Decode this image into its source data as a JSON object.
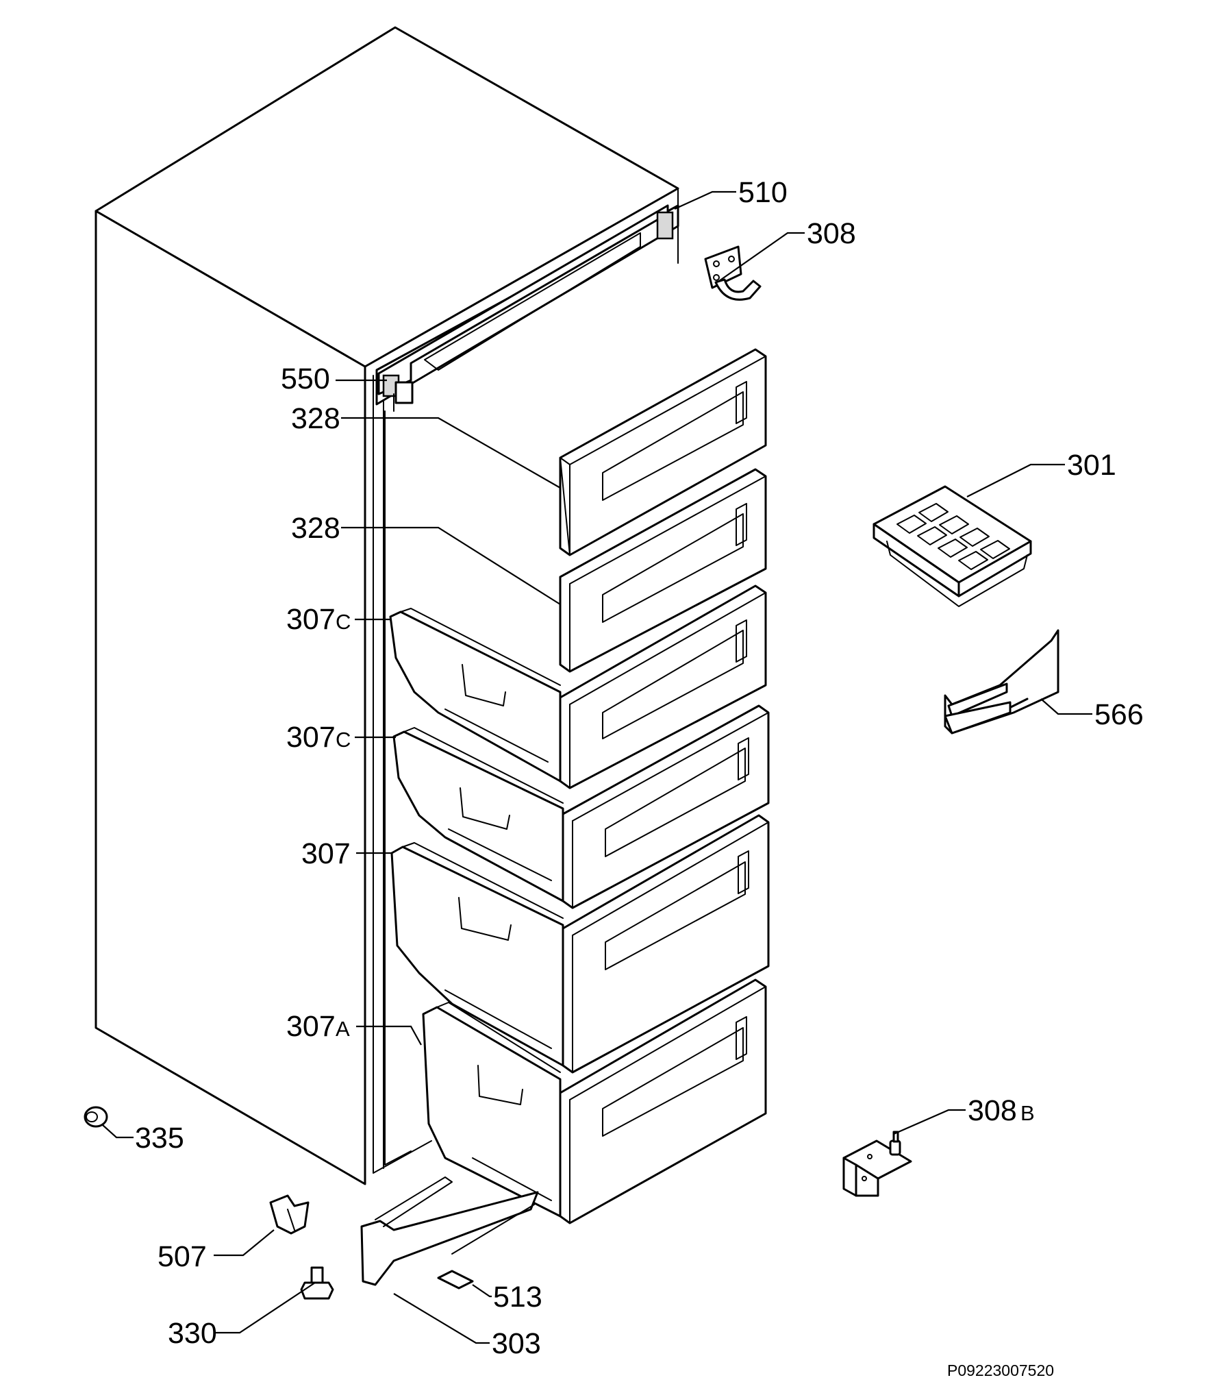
{
  "labels": {
    "l510": "510",
    "l308": "308",
    "l550": "550",
    "l328a": "328",
    "l328b": "328",
    "l301": "301",
    "l307c1": "307",
    "l307c1_suffix": "C",
    "l307c2": "307",
    "l307c2_suffix": "C",
    "l566": "566",
    "l307": "307",
    "l307a": "307",
    "l307a_suffix": "A",
    "l308b": "308",
    "l308b_suffix": "B",
    "l335": "335",
    "l507": "507",
    "l513": "513",
    "l330": "330",
    "l303": "303"
  },
  "drawing_code": "P09223007520"
}
